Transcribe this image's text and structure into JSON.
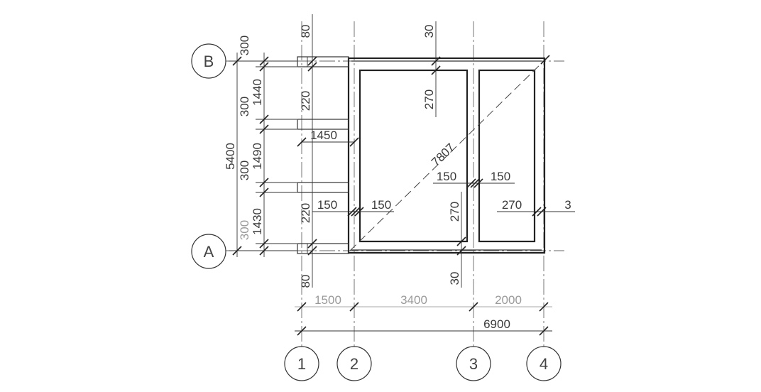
{
  "axes": {
    "row_b": "B",
    "row_a": "A",
    "col_1": "1",
    "col_2": "2",
    "col_3": "3",
    "col_4": "4"
  },
  "dimensions": {
    "total_height": "5400",
    "left_300_top": "300",
    "left_1440": "1440",
    "left_300_2": "300",
    "left_1490": "1490",
    "left_300_3": "300",
    "left_1430": "1430",
    "left_300_bottom": "300",
    "top_80": "80",
    "bottom_80": "80",
    "mid_220_top": "220",
    "mid_220_bottom": "220",
    "d_1450": "1450",
    "d_150_a": "150",
    "d_150_b": "150",
    "top_30": "30",
    "d_270_top": "270",
    "diagonal": "7807",
    "d_150_mid_left": "150",
    "d_150_mid_right": "150",
    "d_270_mid": "270",
    "d_270_right": "270",
    "d_3": "3",
    "bottom_30": "30",
    "span_1500": "1500",
    "span_3400": "3400",
    "span_2000": "2000",
    "total_6900": "6900"
  }
}
